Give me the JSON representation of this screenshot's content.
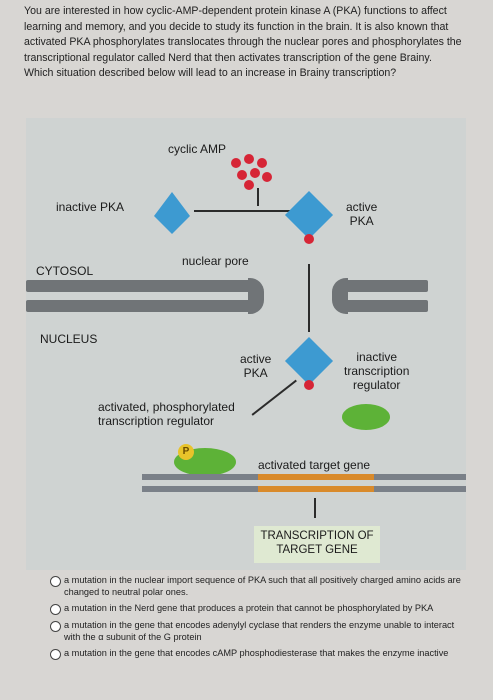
{
  "question": "You are interested in how cyclic-AMP-dependent protein kinase A (PKA) functions to affect learning and memory, and you decide to study its function in the brain. It is also known that activated PKA phosphorylates translocates through the nuclear pores and phosphorylates the transcriptional regulator called Nerd that then activates transcription of the gene Brainy. Which situation described below will lead to an increase in Brainy transcription?",
  "figure": {
    "cyclic_amp": "cyclic AMP",
    "inactive_pka": "inactive PKA",
    "active_pka_top_line1": "active",
    "active_pka_top_line2": "PKA",
    "cytosol": "CYTOSOL",
    "nuclear_pore": "nuclear pore",
    "nucleus": "NUCLEUS",
    "active_pka_mid_line1": "active",
    "active_pka_mid_line2": "PKA",
    "inactive_tr_line1": "inactive",
    "inactive_tr_line2": "transcription",
    "inactive_tr_line3": "regulator",
    "activated_tr_line1": "activated, phosphorylated",
    "activated_tr_line2": "transcription regulator",
    "p_label": "P",
    "activated_gene": "activated target gene",
    "transcription_line1": "TRANSCRIPTION OF",
    "transcription_line2": "TARGET GENE",
    "colors": {
      "pka": "#3d9ad1",
      "camp": "#d62536",
      "regulator": "#5db237",
      "gene": "#d98a2b",
      "membrane": "#707477"
    }
  },
  "options": [
    "a mutation in the nuclear import sequence of PKA such that all positively charged amino acids are changed to neutral polar ones.",
    "a mutation in the Nerd gene that produces a protein that cannot be phosphorylated by PKA",
    "a mutation in the gene that encodes adenylyl cyclase that renders the enzyme unable to interact with the α subunit of the G protein",
    "a mutation in the gene that encodes cAMP phosphodiesterase that makes the enzyme inactive"
  ]
}
